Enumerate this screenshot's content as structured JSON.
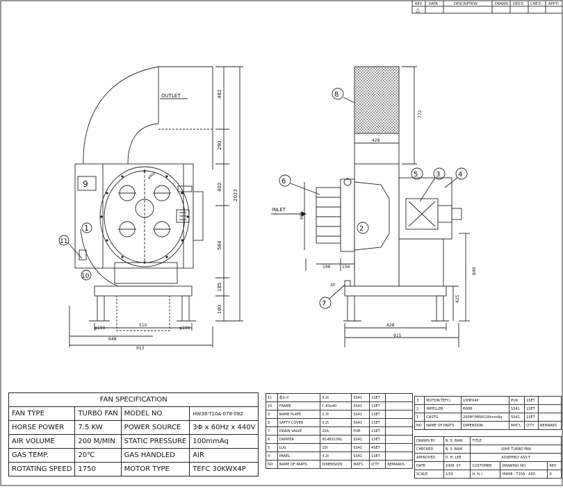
{
  "revision_block": {
    "headers": [
      "REV",
      "DATA",
      "DESCRIPTION",
      "DRAWN",
      "DES'D",
      "CHE'D",
      "APP'D"
    ],
    "rev_symbol": "△"
  },
  "front_view": {
    "outlet_label": "OUTLET",
    "dims_right": [
      "482",
      "290",
      "402",
      "584",
      "185",
      "180"
    ],
    "overall_height": "2023",
    "bottom_dims": [
      "φ100",
      "510",
      "φ100",
      "648",
      "913"
    ],
    "callouts": [
      "9",
      "1",
      "11",
      "10"
    ],
    "circle_label": "φ460"
  },
  "side_view": {
    "inlet_label": "INLET",
    "dims": [
      "428",
      "772",
      "608",
      "196",
      "156",
      "849",
      "425",
      "30",
      "428",
      "915"
    ],
    "callouts": [
      "8",
      "6",
      "5",
      "3",
      "4",
      "2",
      "7"
    ]
  },
  "fan_spec": {
    "title": "FAN SPECIFICATION",
    "rows": [
      [
        "FAN TYPE",
        "TURBO FAN",
        "MODEL NO",
        "HW38-T10A-078-082"
      ],
      [
        "HORSE POWER",
        "7.5 KW",
        "POWER SOURCE",
        "3Φ x 60Hz x 440V"
      ],
      [
        "AIR VOLUME",
        "200 M/MIN",
        "STATIC PRESSURE",
        "100mmAq"
      ],
      [
        "GAS TEMP.",
        "20℃",
        "GAS HANDLED",
        "AIR"
      ],
      [
        "ROTATING SPEED",
        "1750",
        "MOTOR TYPE",
        "TEFC 30KWX4P"
      ]
    ]
  },
  "parts_list_left": {
    "rows": [
      [
        "11",
        "홍도구",
        "3.2t",
        "SS41",
        "1SET",
        ""
      ],
      [
        "10",
        "FRAME",
        "C-80x40",
        "SS41",
        "1SET",
        ""
      ],
      [
        "9",
        "NAME PLATE",
        "2.3t",
        "SS41",
        "1SET",
        ""
      ],
      [
        "8",
        "SAFTY COVER",
        "3.2t",
        "SS41",
        "1SET",
        ""
      ],
      [
        "7",
        "DRAIN VALVE",
        "20A",
        "PUR",
        "1SET",
        ""
      ],
      [
        "6",
        "DAMPER",
        "Φ148X106L",
        "SS41",
        "1SET",
        ""
      ],
      [
        "5",
        "LUG",
        "10t",
        "SS41",
        "4SET",
        ""
      ],
      [
        "4",
        "PANEL",
        "3.2t",
        "SS41",
        "1SET",
        ""
      ]
    ],
    "header": [
      "NO",
      "NAME OF PARTS.",
      "DIMENSION",
      "MAT'L",
      "Q'TY",
      "REMARKS"
    ]
  },
  "parts_list_right": {
    "rows": [
      [
        "3",
        "MOTOR(TEFC)",
        "10HPX4P",
        "PUR",
        "1SET",
        ""
      ],
      [
        "2",
        "IMPELLER",
        "Φ688",
        "SS41",
        "1SET",
        ""
      ],
      [
        "1",
        "CASTG",
        "200M³/MINX100mmAq",
        "SS41",
        "1SET",
        ""
      ]
    ],
    "header": [
      "NO",
      "NAME OF PARTS.",
      "DIMENSION",
      "MAT'L",
      "Q'TY",
      "REMARKS"
    ]
  },
  "title_block": {
    "drawn_by_label": "DRAWN BY",
    "drawn_by": "N. S. BAIK",
    "checked_label": "CHECKED",
    "checked": "N. S. BAIK",
    "approved_label": "APPROVED",
    "approved": "D. H. LEE",
    "title_label": "TITLE",
    "title_line1": "10HP TURBO FAN",
    "title_line2": "ASSEMBLY ASS'Y",
    "date_label": "DATE",
    "date": "2008. 07.",
    "customer_label": "CUSTOMER",
    "drawing_no_label": "DRAWING NO.",
    "rev_label": "REV",
    "scale_label": "SCALE",
    "scale": "1/20",
    "customer": "H.  H.  I",
    "drawing_no": "HW08 - T10A - A00",
    "rev": "0"
  }
}
